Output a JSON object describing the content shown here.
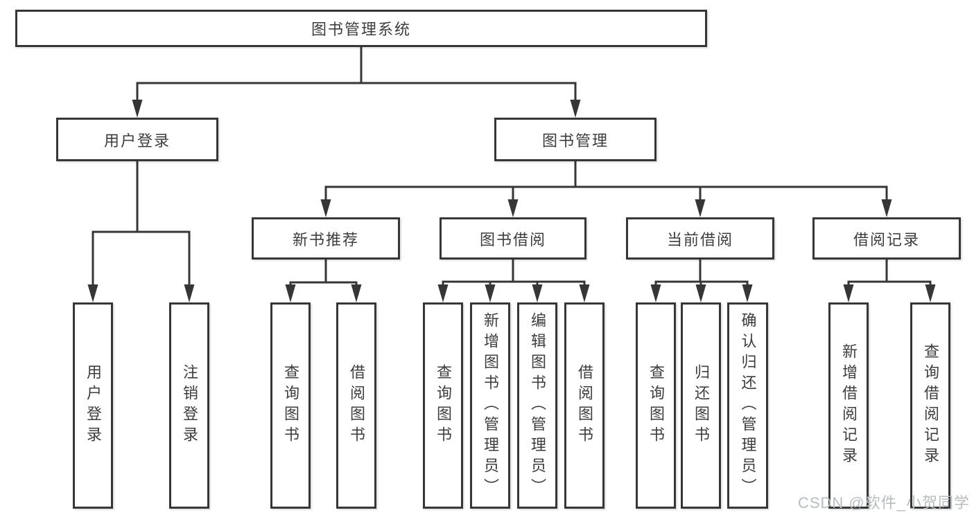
{
  "diagram": {
    "type": "tree",
    "root": {
      "label": "图书管理系统",
      "children": [
        {
          "label": "用户登录",
          "children": [
            {
              "label": "用户登录"
            },
            {
              "label": "注销登录"
            }
          ]
        },
        {
          "label": "图书管理",
          "children": [
            {
              "label": "新书推荐",
              "children": [
                {
                  "label": "查询图书"
                },
                {
                  "label": "借阅图书"
                }
              ]
            },
            {
              "label": "图书借阅",
              "children": [
                {
                  "label": "查询图书"
                },
                {
                  "label": "新增图书（管理员）"
                },
                {
                  "label": "编辑图书（管理员）"
                },
                {
                  "label": "借阅图书"
                }
              ]
            },
            {
              "label": "当前借阅",
              "children": [
                {
                  "label": "查询图书"
                },
                {
                  "label": "归还图书"
                },
                {
                  "label": "确认归还（管理员）"
                }
              ]
            },
            {
              "label": "借阅记录",
              "children": [
                {
                  "label": "新增借阅记录"
                },
                {
                  "label": "查询借阅记录"
                }
              ]
            }
          ]
        }
      ]
    }
  },
  "watermark": {
    "text": "CSDN @软件_小贺同学"
  },
  "colors": {
    "line": "#363636",
    "box_border": "#363636",
    "text": "#3d3d3d",
    "watermark": "#b7bcbf",
    "background": "#ffffff"
  }
}
